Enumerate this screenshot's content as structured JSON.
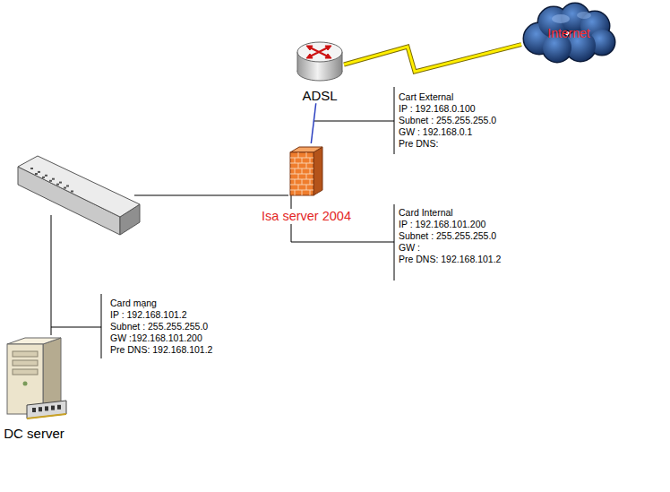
{
  "diagram": {
    "nodes": [
      {
        "text": [
          "Internet"
        ]
      },
      {
        "text": [
          "ADSL"
        ]
      },
      {
        "text": [
          "Isa server 2004"
        ]
      },
      {
        "text": [
          "DC server"
        ]
      }
    ],
    "edges": [
      {
        "from": 1,
        "to": 0,
        "arrow": "none"
      },
      {
        "from": 1,
        "to": 2,
        "arrow": "none"
      }
    ],
    "labels": [
      "Cart External",
      "IP : 192.168.0.100",
      "Subnet : 255.255.255.0",
      "GW : 192.168.0.1",
      "Pre DNS:",
      "Card Internal",
      "IP : 192.168.101.200",
      "Subnet : 255.255.255.0",
      "GW :",
      "Pre DNS: 192.168.101.2",
      "Card mạng",
      "IP : 192.168.101.2",
      "Subnet : 255.255.255.0",
      "GW :192.168.101.200",
      "Pre DNS: 192.168.101.2"
    ]
  }
}
